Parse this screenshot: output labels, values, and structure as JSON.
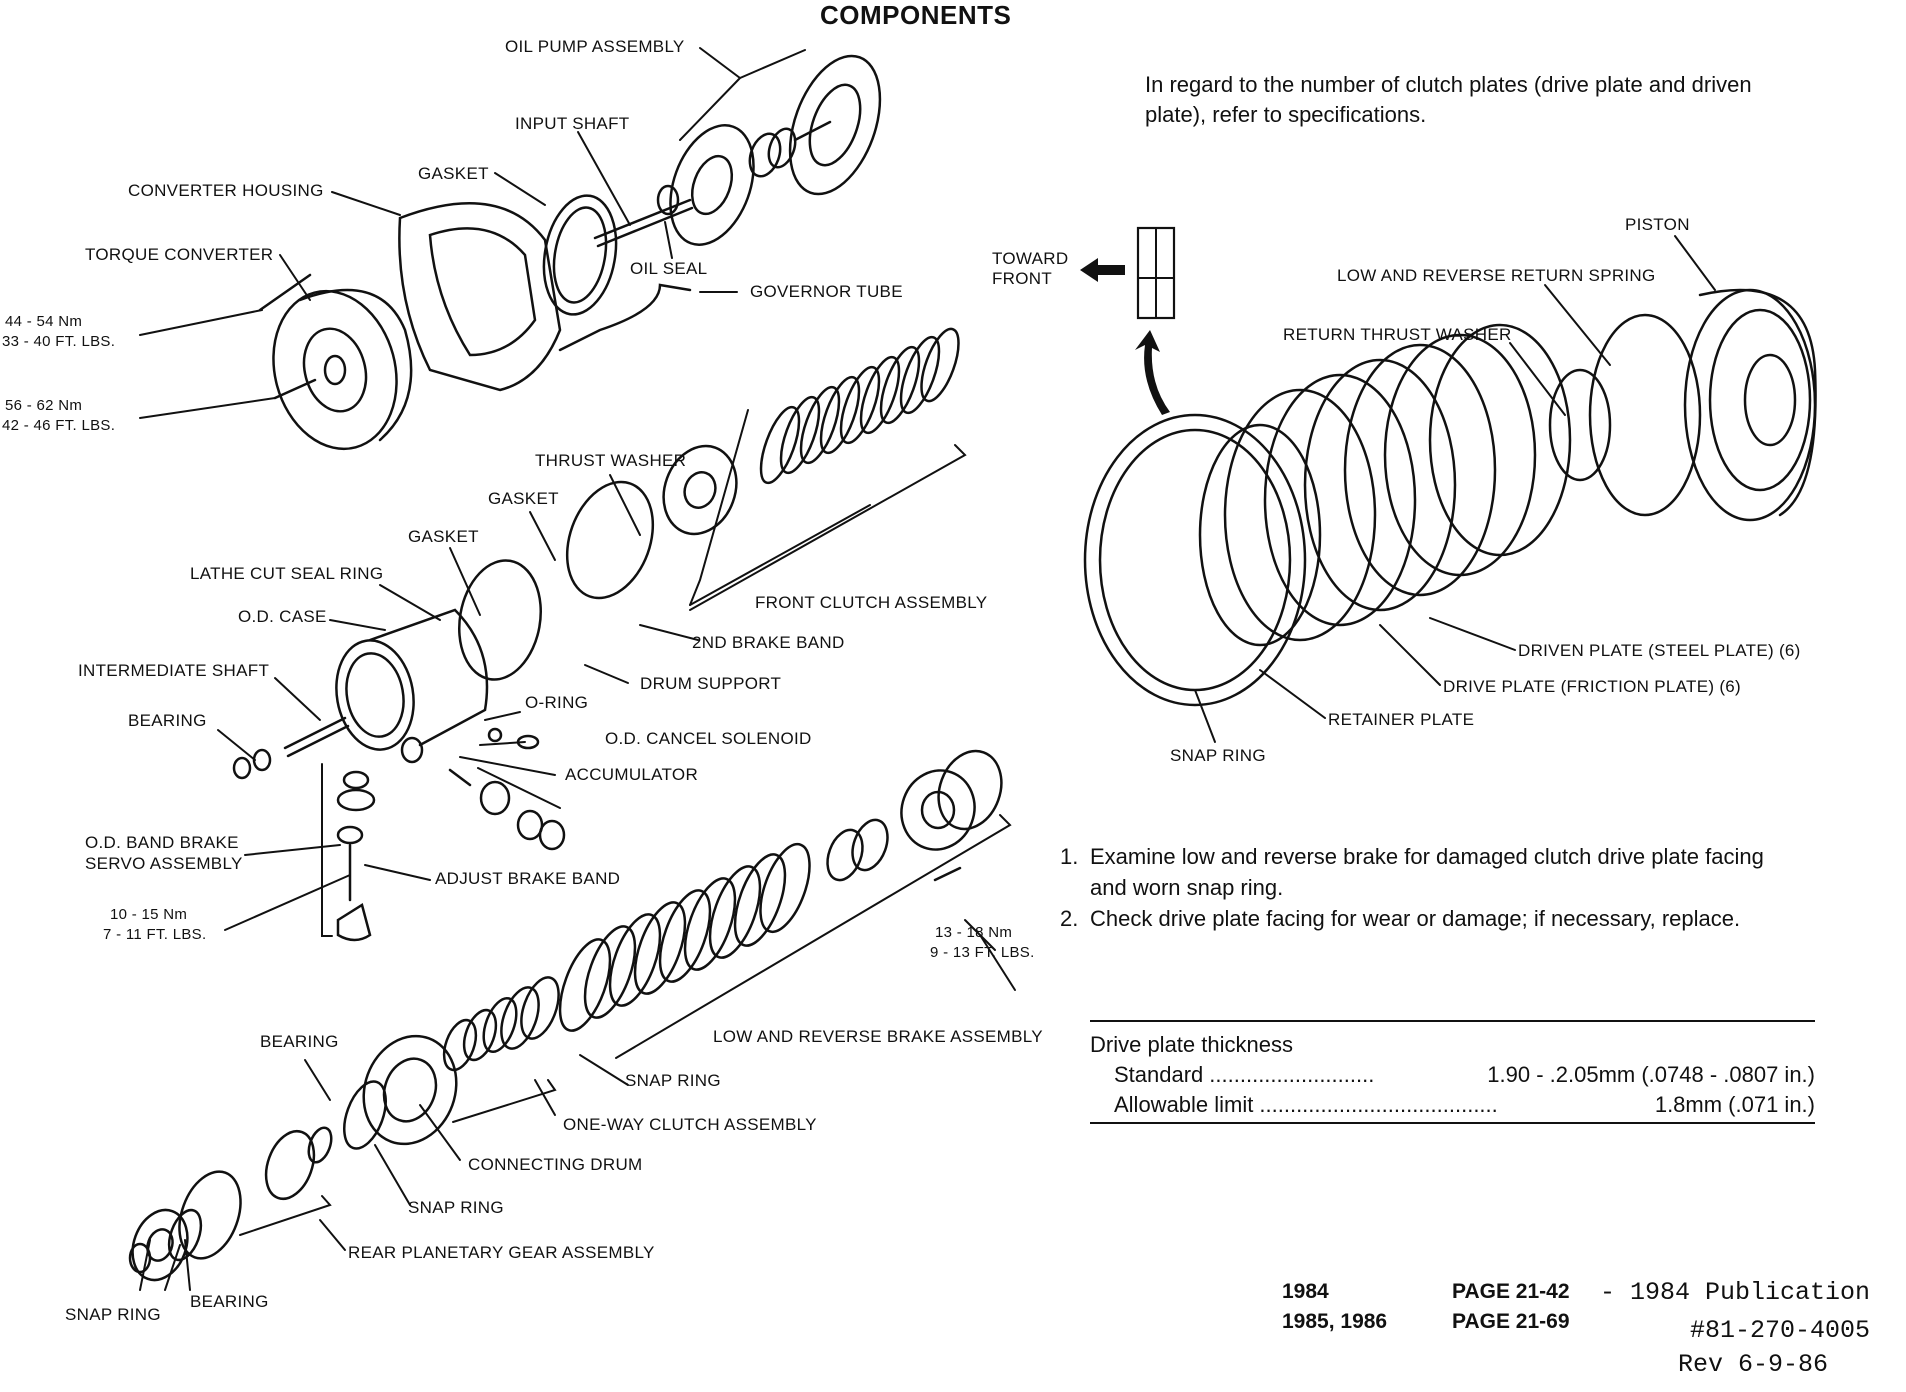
{
  "title": "COMPONENTS",
  "note": "In regard to the number of clutch plates (drive plate and driven plate), refer to specifications.",
  "labels": {
    "oil_pump_assembly": "OIL PUMP ASSEMBLY",
    "input_shaft": "INPUT SHAFT",
    "gasket_1": "GASKET",
    "converter_housing": "CONVERTER HOUSING",
    "torque_converter": "TORQUE CONVERTER",
    "oil_seal": "OIL SEAL",
    "governor_tube": "GOVERNOR TUBE",
    "torque_1_nm": "44 - 54 Nm",
    "torque_1_ftlbs": "33 - 40 FT. LBS.",
    "torque_2_nm": "56 - 62 Nm",
    "torque_2_ftlbs": "42 - 46 FT. LBS.",
    "thrust_washer": "THRUST WASHER",
    "gasket_2": "GASKET",
    "gasket_3": "GASKET",
    "lathe_cut_seal_ring": "LATHE CUT SEAL RING",
    "od_case": "O.D. CASE",
    "intermediate_shaft": "INTERMEDIATE SHAFT",
    "bearing_1": "BEARING",
    "front_clutch_assembly": "FRONT CLUTCH ASSEMBLY",
    "second_brake_band": "2ND BRAKE BAND",
    "drum_support": "DRUM SUPPORT",
    "o_ring": "O-RING",
    "od_cancel_solenoid": "O.D. CANCEL SOLENOID",
    "accumulator": "ACCUMULATOR",
    "od_band_brake_servo_1": "O.D. BAND BRAKE",
    "od_band_brake_servo_2": "SERVO ASSEMBLY",
    "adjust_brake_band": "ADJUST BRAKE BAND",
    "torque_3_nm": "10 - 15 Nm",
    "torque_3_ftlbs": "7 - 11 FT. LBS.",
    "torque_4_nm": "13 - 18 Nm",
    "torque_4_ftlbs": "9 - 13 FT. LBS.",
    "low_reverse_brake_assembly": "LOW AND REVERSE BRAKE ASSEMBLY",
    "bearing_2": "BEARING",
    "snap_ring_1": "SNAP RING",
    "one_way_clutch_assembly": "ONE-WAY CLUTCH ASSEMBLY",
    "connecting_drum": "CONNECTING DRUM",
    "snap_ring_2": "SNAP RING",
    "rear_planetary_gear_assembly": "REAR PLANETARY GEAR ASSEMBLY",
    "snap_ring_3": "SNAP RING",
    "bearing_3": "BEARING",
    "toward_front_1": "TOWARD",
    "toward_front_2": "FRONT",
    "piston": "PISTON",
    "low_reverse_return_spring": "LOW AND REVERSE RETURN SPRING",
    "return_thrust_washer": "RETURN THRUST WASHER",
    "driven_plate": "DRIVEN PLATE (STEEL PLATE) (6)",
    "drive_plate": "DRIVE PLATE (FRICTION PLATE) (6)",
    "retainer_plate": "RETAINER PLATE",
    "snap_ring_4": "SNAP RING"
  },
  "steps": [
    {
      "num": "1.",
      "text": "Examine low and reverse brake for damaged clutch drive plate facing and worn snap ring."
    },
    {
      "num": "2.",
      "text": "Check drive plate facing for wear or damage; if necessary, replace."
    }
  ],
  "spec": {
    "heading": "Drive plate thickness",
    "rows": [
      {
        "label": "Standard",
        "dots": "...........................",
        "value": "1.90 - .2.05mm (.0748 - .0807 in.)"
      },
      {
        "label": "Allowable limit",
        "dots": ".......................................",
        "value": "1.8mm (.071 in.)"
      }
    ]
  },
  "footer": {
    "year1": "1984",
    "page1": "PAGE 21-42",
    "pub1": "- 1984 Publication",
    "year2": "1985, 1986",
    "page2": "PAGE 21-69",
    "pub2": "#81-270-4005",
    "rev": "Rev 6-9-86"
  }
}
